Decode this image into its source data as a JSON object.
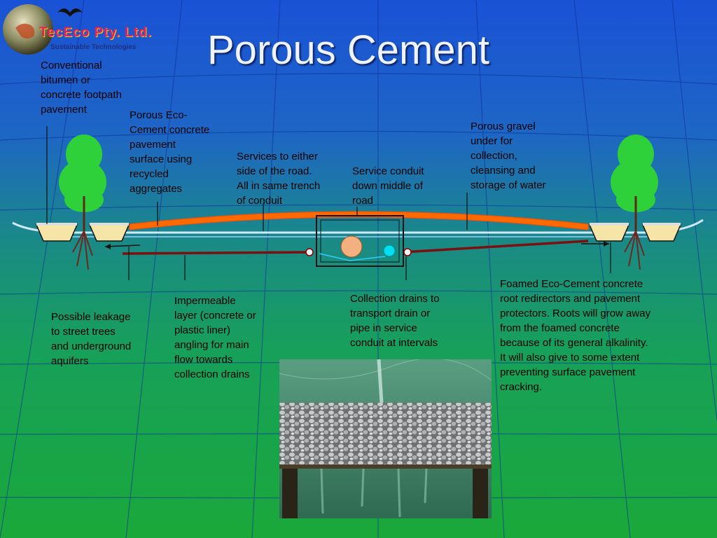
{
  "title": "Porous Cement",
  "logo": {
    "name": "TecEco Pty. Ltd.",
    "tagline": "Sustainable Technologies"
  },
  "labels": {
    "footpath": "Conventional\nbitumen or\nconcrete footpath\npavement",
    "porous_surface": "Porous Eco-\nCement concrete\npavement\nsurface using\nrecycled\naggregates",
    "services_side": "Services to either\nside of the road.\nAll in same trench\nof conduit",
    "service_conduit": "Service conduit\ndown middle of\nroad",
    "porous_gravel": "Porous gravel\nunder for\ncollection,\ncleansing and\nstorage of water",
    "leakage": "Possible leakage\nto street trees\nand underground\naquifers",
    "impermeable": "Impermeable\nlayer (concrete or\nplastic liner)\nangling for main\nflow towards\ncollection drains",
    "collection_drains": "Collection drains to\ntransport drain or\npipe in service\nconduit at intervals",
    "foamed": "Foamed Eco-Cement concrete\nroot redirectors and pavement\nprotectors. Roots will grow away\nfrom the foamed concrete\nbecause of its general alkalinity.\nIt will also give to some extent\npreventing surface pavement\ncracking."
  },
  "colors": {
    "pavement": "#ff6a00",
    "liner": "#7a1010",
    "planter": "#f5e6a8",
    "pipe_large": "#f4b080",
    "pipe_small": "#00e0f0",
    "tree": "#2fd13a"
  }
}
